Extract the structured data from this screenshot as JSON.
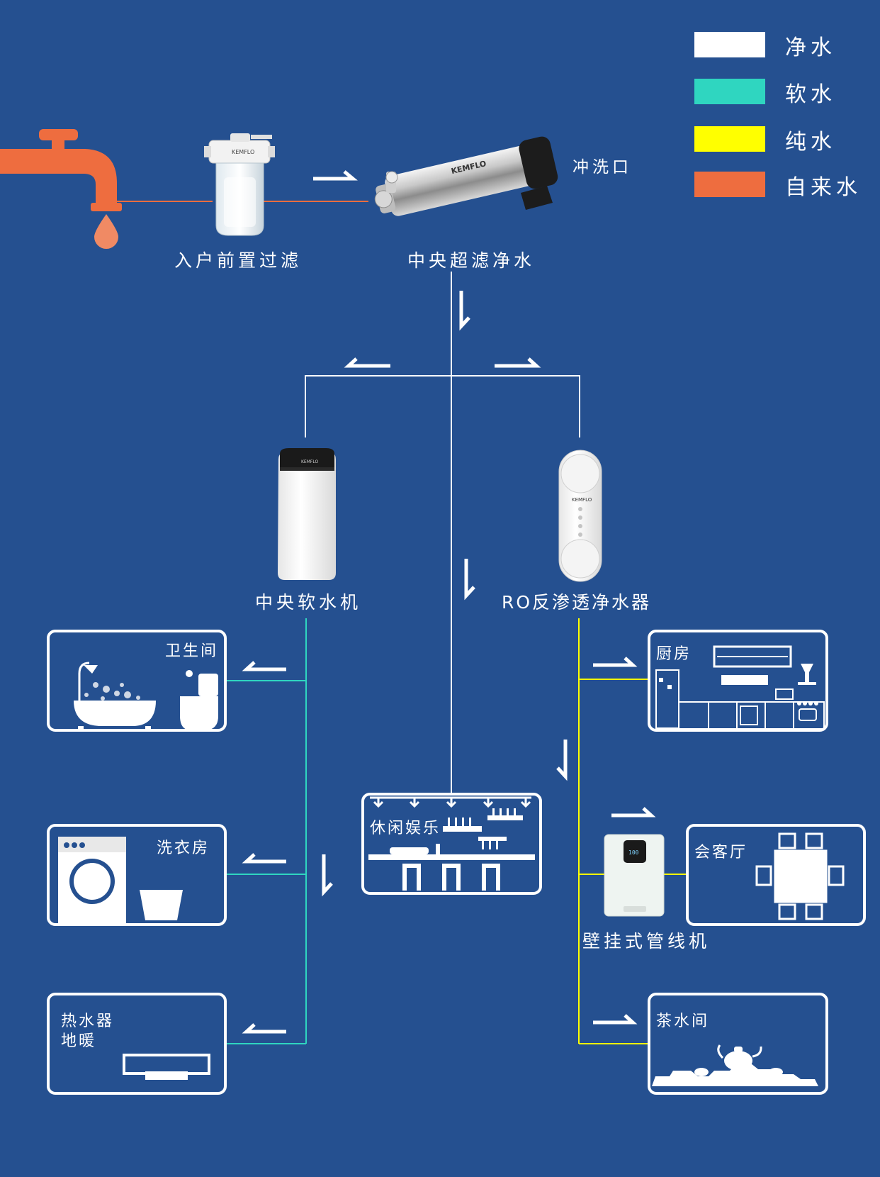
{
  "legend": [
    {
      "label": "净水",
      "color": "#ffffff"
    },
    {
      "label": "软水",
      "color": "#2fd6c0"
    },
    {
      "label": "纯水",
      "color": "#ffff00"
    },
    {
      "label": "自来水",
      "color": "#ee6d3f"
    }
  ],
  "devices": {
    "prefilter": "入户前置过滤",
    "ultrafilter": "中央超滤净水",
    "flush_port": "冲洗口",
    "softener": "中央软水机",
    "ro": "RO反渗透净水器",
    "wall_unit": "壁挂式管线机",
    "brand": "KEMFLO"
  },
  "rooms": {
    "bathroom": "卫生间",
    "laundry": "洗衣房",
    "heater": "热水器",
    "floor_heating": "地暖",
    "leisure": "休闲娱乐",
    "kitchen": "厨房",
    "living": "会客厅",
    "tea": "茶水间"
  },
  "colors": {
    "background": "#255090",
    "tap_water": "#ee6d3f",
    "clean_water": "#ffffff",
    "soft_water": "#2fd6c0",
    "pure_water": "#ffff00"
  }
}
